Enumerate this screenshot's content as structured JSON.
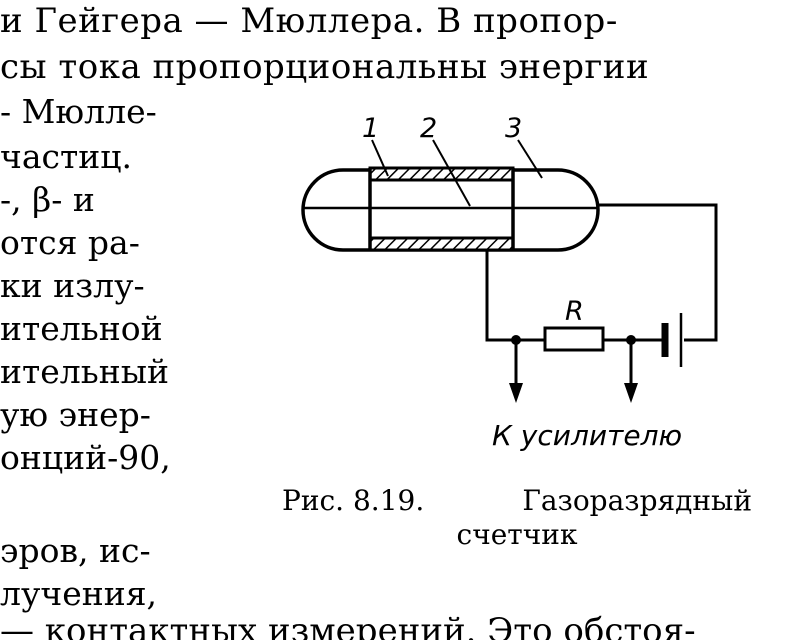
{
  "top_lines": [
    "и Гейгера — Мюллера. В пропор-",
    "сы тока пропорциональны энергии"
  ],
  "left_column": [
    "- Мюлле-",
    "частиц.",
    "-,  β-  и",
    "отся  ра-",
    "ки  излу-",
    "ительной",
    "ительный",
    "ую  энер-",
    "онций-90,",
    "",
    "эров,  ис-",
    "лучения,"
  ],
  "bottom_line": "— контактных измерений. Это обстоя-",
  "figure": {
    "labels": {
      "n1": "1",
      "n2": "2",
      "n3": "3",
      "resistor": "R",
      "output": "К усилителю"
    },
    "caption_number": "Рис.  8.19.",
    "caption_title": "Газоразрядный",
    "caption_title_2": "счетчик"
  }
}
